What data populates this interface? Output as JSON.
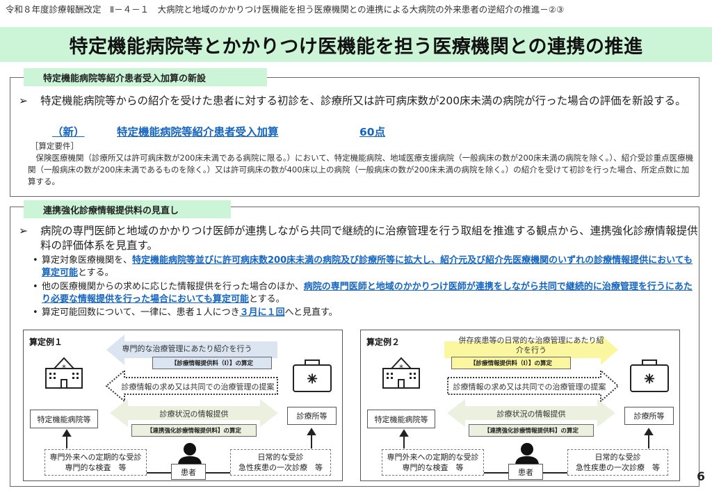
{
  "header": {
    "breadcrumb": "令和８年度診療報酬改定　Ⅱ－４－１　大病院と地域のかかりつけ医機能を担う医療機関との連携による大病院の外来患者の逆紹介の推進－②③",
    "title": "特定機能病院等とかかりつけ医機能を担う医療機関との連携の推進"
  },
  "section1": {
    "label": "特定機能病院等紹介患者受入加算の新設",
    "bullet_mark": "➢",
    "bullet": "特定機能病院等からの紹介を受けた患者に対する初診を、診療所又は許可病床数が200床未満の病院が行った場合の評価を新設する。",
    "new_tag": "（新）",
    "item_name": "特定機能病院等紹介患者受入加算",
    "points": "60点",
    "req_heading": "［算定要件］",
    "req_text": "保険医療機関（診療所又は許可病床数が200床未満である病院に限る。）において、特定機能病院、地域医療支援病院（一般病床の数が200床未満の病院を除く。）、紹介受診重点医療機関（一般病床の数が200床未満であるものを除く。）又は許可病床の数が400床以上の病院（一般病床の数が200床未満の病院を除く。）の紹介を受けて初診を行った場合、所定点数に加算する。"
  },
  "section2": {
    "label": "連携強化診療情報提供料の見直し",
    "bullet_mark": "➢",
    "bullet": "病院の専門医師と地域のかかりつけ医師が連携しながら共同で継続的に治療管理を行う取組を推進する観点から、連携強化診療情報提供料の評価体系を見直す。",
    "subs": [
      {
        "pre": "算定対象医療機関を、",
        "em": "特定機能病院等並びに許可病床数200床未満の病院及び診療所等に拡大し、紹介元及び紹介先医療機関のいずれの診療情報提供においても算定可能",
        "post": "とする。"
      },
      {
        "pre": "他の医療機関からの求めに応じた情報提供を行った場合のほか、",
        "em": "病院の専門医師と地域のかかりつけ医師が連携をしながら共同で継続的に治療管理を行うにあたり必要な情報提供を行った場合においても算定可能",
        "post": "とする。"
      },
      {
        "pre": "算定可能回数について、一律に、患者１人につき",
        "em": "３月に１回",
        "post": "へと見直す。"
      }
    ]
  },
  "examples": [
    {
      "title": "算定例１",
      "top_arrow": "専門的な治療管理にあたり紹介を行う",
      "top_callout": "【診療情報提供料（Ⅰ）】の算定",
      "dotted_arrow": "診療情報の求め又は共同での治療管理の提案",
      "double_arrow": "診療状況の情報提供",
      "bottom_callout": "【連携強化診療情報提供料】の算定",
      "hospital": "特定機能病院等",
      "clinic": "診療所等",
      "left_note": [
        "専門外来への定期的な受診",
        "専門的な検査　等"
      ],
      "right_note": [
        "日常的な受診",
        "急性疾患の一次診療　等"
      ],
      "patient": "患者",
      "top_color": "#dbe5f1"
    },
    {
      "title": "算定例２",
      "top_arrow": "併存疾患等の日常的な治療管理にあたり紹介を行う",
      "top_callout": "【診療情報提供料（Ⅰ）】の算定",
      "dotted_arrow": "診療情報の求め又は共同での治療管理の提案",
      "double_arrow": "診療状況の情報提供",
      "bottom_callout": "【連携強化診療情報提供料】の算定",
      "hospital": "特定機能病院等",
      "clinic": "診療所等",
      "left_note": [
        "専門外来への定期的な受診",
        "専門的な検査　等"
      ],
      "right_note": [
        "日常的な受診",
        "急性疾患の一次診療　等"
      ],
      "patient": "患者",
      "top_color": "#fbf7a0"
    }
  ],
  "page_number": "6",
  "colors": {
    "band": "#ccf5d8",
    "link_blue": "#1565c0",
    "green_arrow": "#ebf1de"
  }
}
